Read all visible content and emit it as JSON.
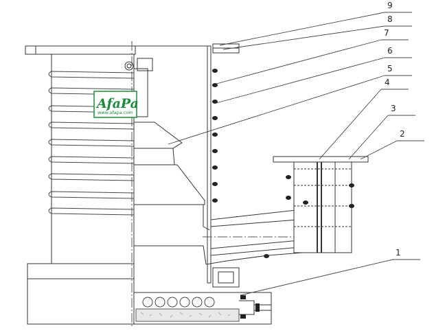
{
  "logo": {
    "text": "AfaPa",
    "url": "www.afapa.com"
  },
  "part_labels": [
    "1",
    "2",
    "3",
    "4",
    "5",
    "6",
    "7",
    "8",
    "9"
  ]
}
